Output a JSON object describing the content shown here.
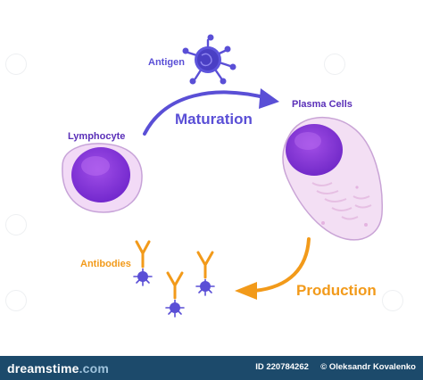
{
  "labels": {
    "antigen": "Antigen",
    "maturation": "Maturation",
    "plasma_cells": "Plasma Cells",
    "lymphocyte": "Lymphocyte",
    "antibodies": "Antibodies",
    "production": "Production"
  },
  "footer": {
    "brand_main": "dreamstime",
    "brand_suffix": ".com",
    "id_text": "ID 220784262",
    "author_text": "© Oleksandr Kovalenko"
  },
  "colors": {
    "purple_label": "#5a2fb8",
    "arrow_blue": "#5a4fd6",
    "orange": "#f29a1a",
    "antigen": "#5a4fd6",
    "footer_bg": "#1c4a6b"
  },
  "icons": {
    "antigen": "virus-icon",
    "antibody": "y-antibody-icon"
  }
}
